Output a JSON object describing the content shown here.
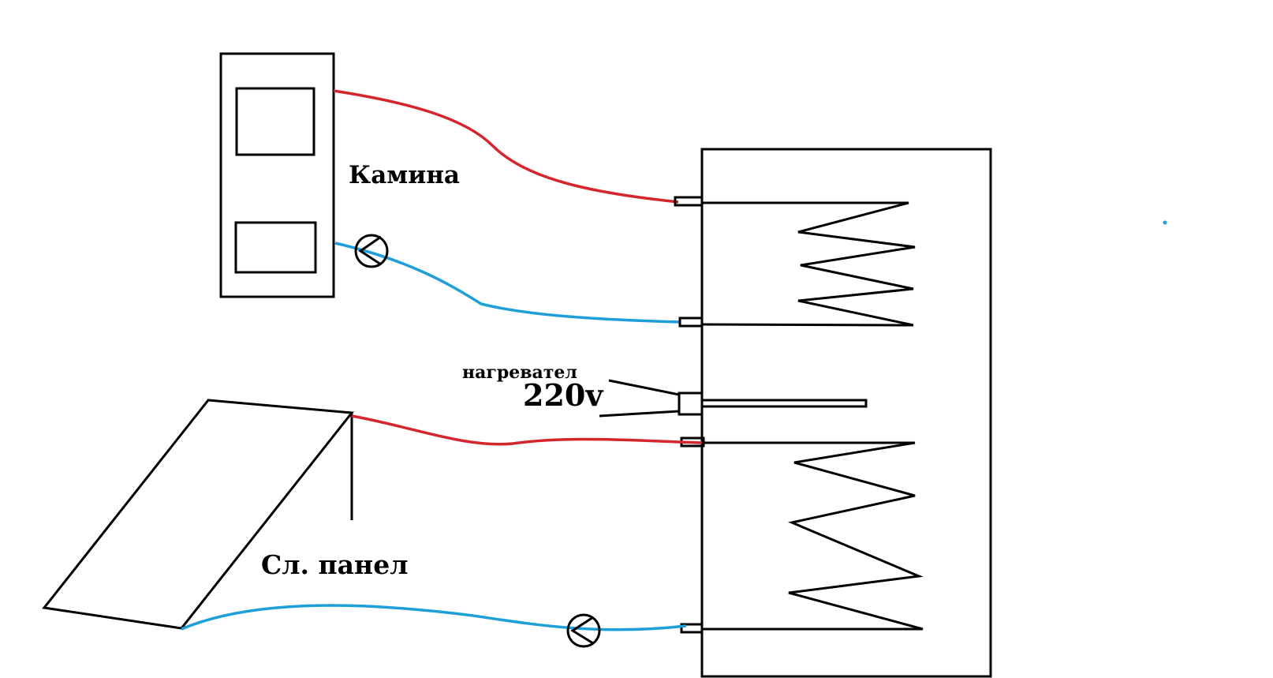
{
  "labels": {
    "fireplace": "Камина",
    "heater": "нагревател",
    "voltage": "220v",
    "solar_panel": "Сл. панел"
  },
  "colors": {
    "supply": "#d6262d",
    "return": "#1f9fd8",
    "outline": "#000000"
  }
}
